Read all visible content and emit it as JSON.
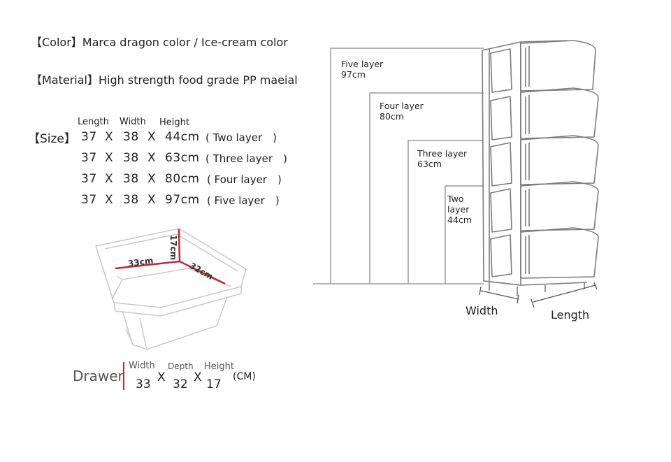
{
  "color_line": "【Color】Marca dragon color / Ice-cream color",
  "material_line": "【Material】High strength food grade PP maeial",
  "size": {
    "label": "【Size】",
    "headers": {
      "length": "Length",
      "width": "Width",
      "height": "Height"
    },
    "x": "X",
    "rows": [
      {
        "length": "37",
        "width": "38",
        "height": "44cm",
        "note": "( Two layer　)"
      },
      {
        "length": "37",
        "width": "38",
        "height": "63cm",
        "note": "( Three layer　)"
      },
      {
        "length": "37",
        "width": "38",
        "height": "80cm",
        "note": "( Four layer　)"
      },
      {
        "length": "37",
        "width": "38",
        "height": "97cm",
        "note": "( Five layer　)"
      }
    ]
  },
  "drawer_sketch": {
    "width_label": "33cm",
    "depth_label": "32cm",
    "height_label": "17cm"
  },
  "drawer": {
    "label": "Drawer",
    "headers": {
      "width": "Width",
      "depth": "Depth",
      "height": "Height"
    },
    "values": {
      "width": "33",
      "depth": "32",
      "height": "17"
    },
    "x": "X",
    "unit": "(CM)",
    "divider_color": "#c0283a"
  },
  "tiers": [
    {
      "line1": "Five layer",
      "line2": "97cm"
    },
    {
      "line1": "Four layer",
      "line2": "80cm"
    },
    {
      "line1": "Three layer",
      "line2": "63cm"
    },
    {
      "line1": "Two",
      "line2": "layer",
      "line3": "44cm"
    }
  ],
  "cabinet_labels": {
    "width": "Width",
    "length": "Length"
  }
}
